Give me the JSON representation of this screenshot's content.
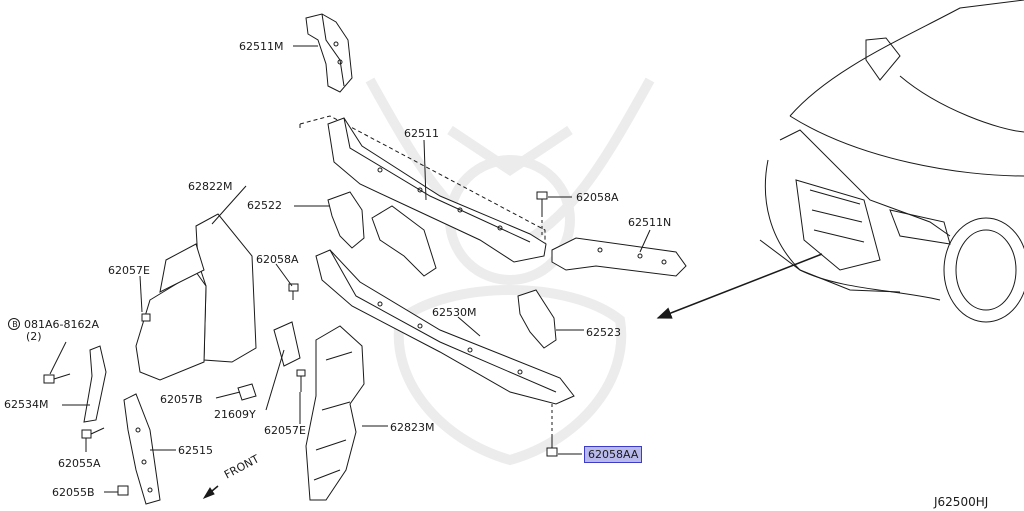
{
  "diagram": {
    "code": "J62500HJ",
    "front_label": "FRONT",
    "selected_part": "62058AA"
  },
  "parts": {
    "p62511M": "62511M",
    "p62511": "62511",
    "p62822M": "62822M",
    "p62522": "62522",
    "p62058A_top": "62058A",
    "p62511N": "62511N",
    "p62057E_left": "62057E",
    "p62058A_mid": "62058A",
    "p081A6": "081A6-8162A",
    "p081A6_qty": "(2)",
    "p081A6_prefix": "B",
    "p62530M": "62530M",
    "p62523": "62523",
    "p62534M": "62534M",
    "p62057B": "62057B",
    "p21609Y": "21609Y",
    "p62057E_mid": "62057E",
    "p62823M": "62823M",
    "p62055A": "62055A",
    "p62515": "62515",
    "p62055B": "62055B",
    "p62058AA": "62058AA"
  },
  "colors": {
    "line": "#1a1a1a",
    "highlight_fill": "#b9b9ec",
    "highlight_border": "#3c3cc8"
  }
}
